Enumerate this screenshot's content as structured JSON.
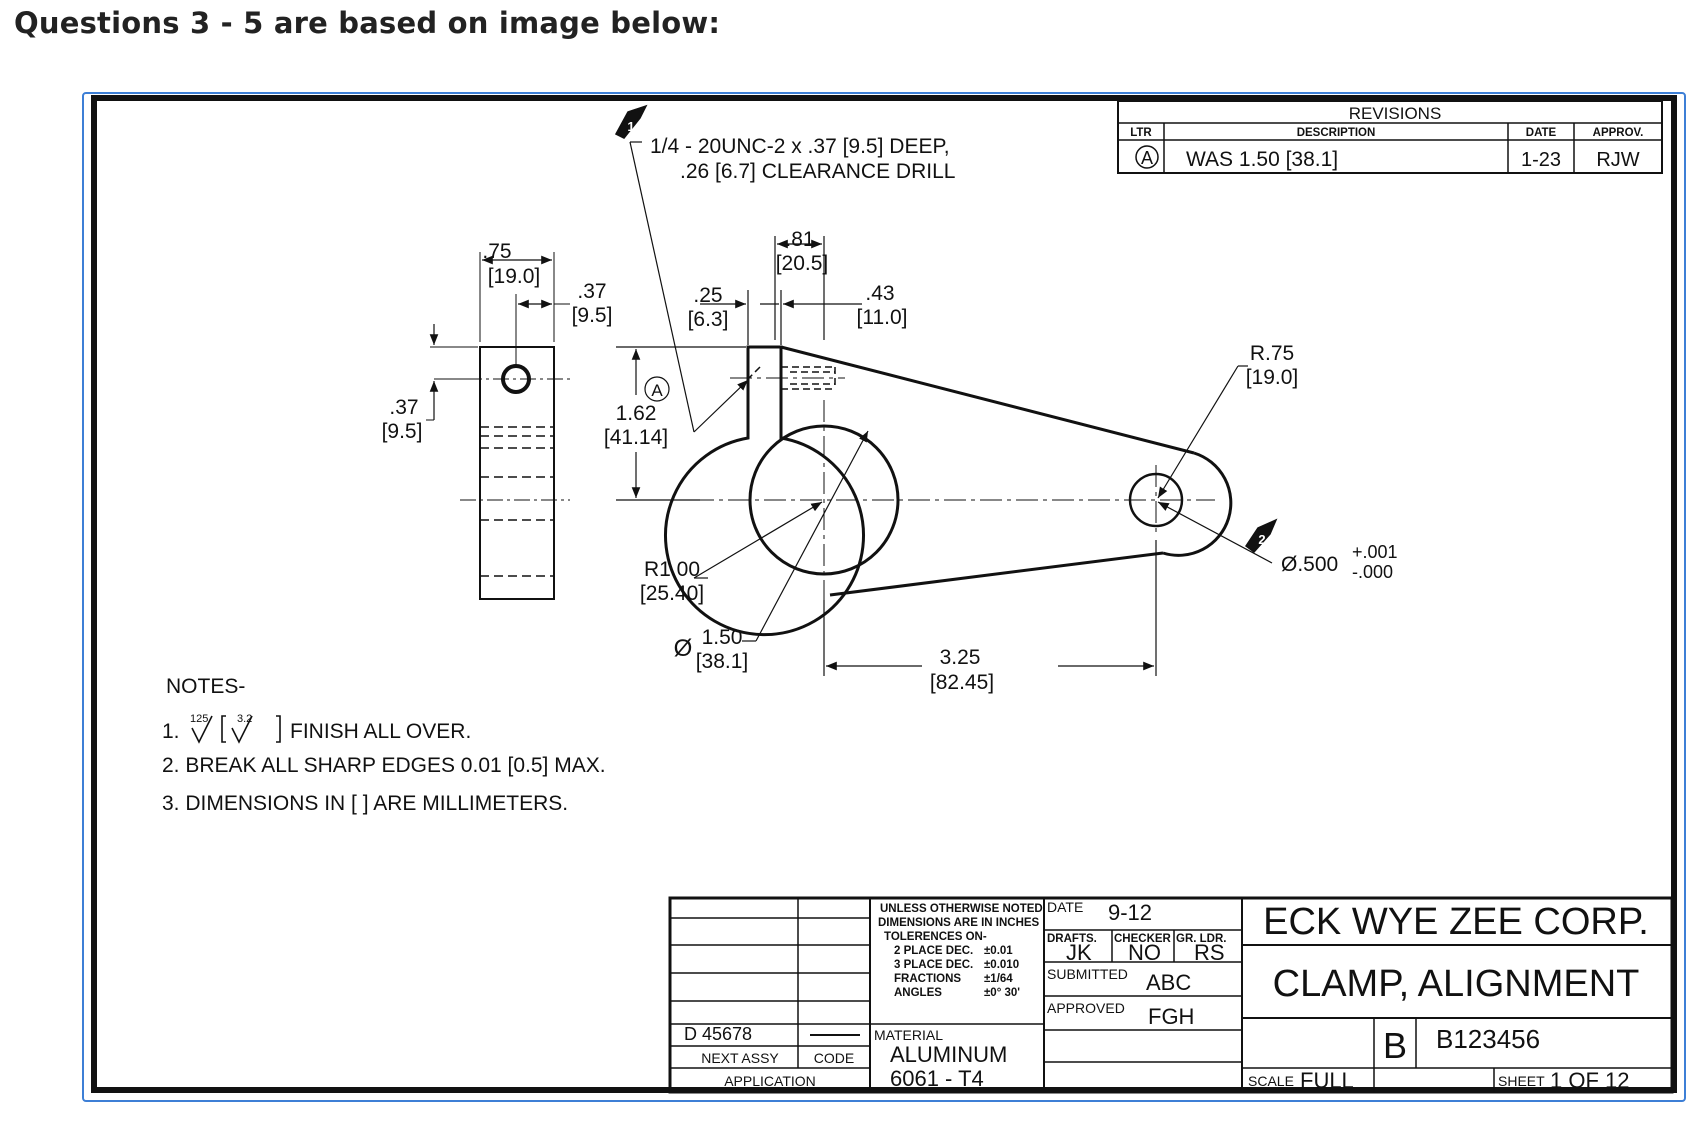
{
  "heading": "Questions 3 - 5 are based on image below:",
  "callout1": {
    "line1": "1/4 - 20UNC-2 x .37 [9.5] DEEP,",
    "line2": ".26 [6.7] CLEARANCE DRILL",
    "flag": "1"
  },
  "callout2": {
    "flag": "2",
    "dia": "Ø.500",
    "tol_plus": "+.001",
    "tol_minus": "-.000"
  },
  "revisions": {
    "title": "REVISIONS",
    "col_ltr": "LTR",
    "col_desc": "DESCRIPTION",
    "col_date": "DATE",
    "col_approv": "APPROV.",
    "row": {
      "ltr": "A",
      "desc": "WAS 1.50 [38.1]",
      "date": "1-23",
      "approv": "RJW"
    }
  },
  "dims": {
    "d75": ".75",
    "d75mm": "[19.0]",
    "d37a": ".37",
    "d37amm": "[9.5]",
    "d37b": ".37",
    "d37bmm": "[9.5]",
    "d25": ".25",
    "d25mm": "[6.3]",
    "d81": ".81",
    "d81mm": "[20.5]",
    "d43": ".43",
    "d43mm": "[11.0]",
    "d162": "1.62",
    "d162mm": "[41.14]",
    "rev_mark": "A",
    "r75": "R.75",
    "r75mm": "[19.0]",
    "r100": "R1.00",
    "r100mm": "[25.40]",
    "d150": "1.50",
    "d150mm": "[38.1]",
    "dia_sym": "Ø",
    "d325": "3.25",
    "d325mm": "[82.45]"
  },
  "notes": {
    "title": "NOTES-",
    "n1_num": "1.",
    "n1_fin1": "125",
    "n1_fin2": "3.2",
    "n1_text": "FINISH ALL OVER.",
    "n2": "2.  BREAK ALL SHARP EDGES 0.01 [0.5] MAX.",
    "n3": "3.  DIMENSIONS IN [ ] ARE MILLIMETERS."
  },
  "titleblock": {
    "unless": "UNLESS OTHERWISE NOTED",
    "dims_in": "DIMENSIONS ARE IN INCHES",
    "tol": "TOLERENCES ON-",
    "place2": "2 PLACE DEC.",
    "place2v": "±0.01",
    "place3": "3 PLACE DEC.",
    "place3v": "±0.010",
    "fractions": "FRACTIONS",
    "fractionsv": "±1/64",
    "angles": "ANGLES",
    "anglesv": "±0° 30'",
    "date_lbl": "DATE",
    "date_val": "9-12",
    "drafts_lbl": "DRAFTS.",
    "drafts_val": "JK",
    "checker_lbl": "CHECKER",
    "checker_val": "NO",
    "grldr_lbl": "GR. LDR.",
    "grldr_val": "RS",
    "submitted_lbl": "SUBMITTED",
    "submitted_val": "ABC",
    "approved_lbl": "APPROVED",
    "approved_val": "FGH",
    "material_lbl": "MATERIAL",
    "material_val1": "ALUMINUM",
    "material_val2": "6061 - T4",
    "next_assy_val": "D 45678",
    "next_assy_lbl": "NEXT ASSY",
    "code_lbl": "CODE",
    "application": "APPLICATION",
    "company": "ECK WYE ZEE CORP.",
    "part_name": "CLAMP, ALIGNMENT",
    "size": "B",
    "drawing_no": "B123456",
    "scale_lbl": "SCALE",
    "scale_val": "FULL",
    "sheet_lbl": "SHEET",
    "sheet_val": "1 OF 12"
  }
}
